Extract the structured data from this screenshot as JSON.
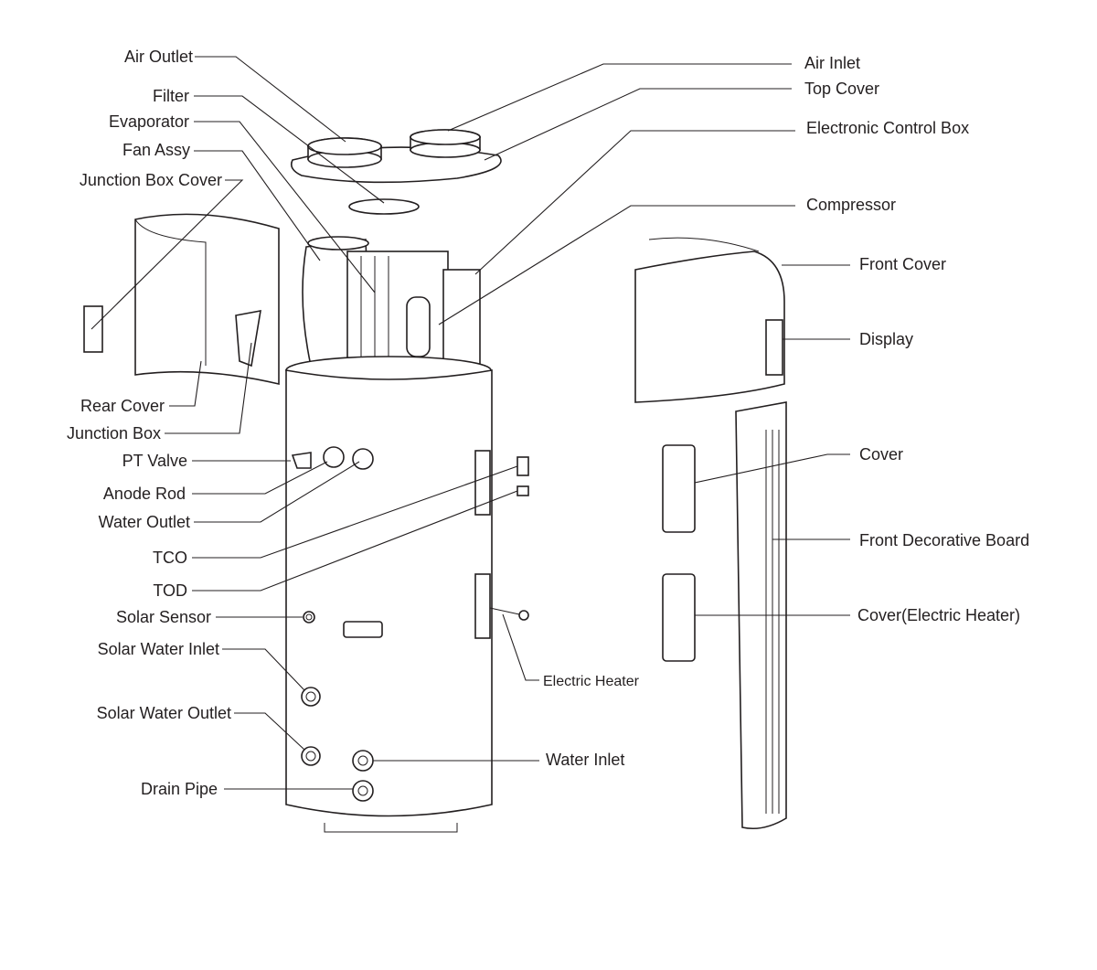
{
  "diagram": {
    "type": "exploded-view",
    "labels_left": [
      {
        "id": "air-outlet",
        "text": "Air Outlet"
      },
      {
        "id": "filter",
        "text": "Filter"
      },
      {
        "id": "evaporator",
        "text": "Evaporator"
      },
      {
        "id": "fan-assy",
        "text": "Fan Assy"
      },
      {
        "id": "junction-box-cover",
        "text": "Junction Box Cover"
      },
      {
        "id": "rear-cover",
        "text": "Rear Cover"
      },
      {
        "id": "junction-box",
        "text": "Junction Box"
      },
      {
        "id": "pt-valve",
        "text": "PT Valve"
      },
      {
        "id": "anode-rod",
        "text": "Anode Rod"
      },
      {
        "id": "water-outlet",
        "text": "Water Outlet"
      },
      {
        "id": "tco",
        "text": "TCO"
      },
      {
        "id": "tod",
        "text": "TOD"
      },
      {
        "id": "solar-sensor",
        "text": "Solar Sensor"
      },
      {
        "id": "solar-water-inlet",
        "text": "Solar Water Inlet"
      },
      {
        "id": "solar-water-outlet",
        "text": "Solar Water Outlet"
      },
      {
        "id": "drain-pipe",
        "text": "Drain Pipe"
      }
    ],
    "labels_right": [
      {
        "id": "air-inlet",
        "text": "Air Inlet"
      },
      {
        "id": "top-cover",
        "text": "Top Cover"
      },
      {
        "id": "electronic-control-box",
        "text": "Electronic Control Box"
      },
      {
        "id": "compressor",
        "text": "Compressor"
      },
      {
        "id": "front-cover",
        "text": "Front Cover"
      },
      {
        "id": "display",
        "text": "Display"
      },
      {
        "id": "cover",
        "text": "Cover"
      },
      {
        "id": "front-decorative-board",
        "text": "Front Decorative Board"
      },
      {
        "id": "cover-electric-heater",
        "text": "Cover(Electric Heater)"
      },
      {
        "id": "electric-heater",
        "text": "Electric Heater"
      },
      {
        "id": "water-inlet",
        "text": "Water Inlet"
      }
    ]
  }
}
